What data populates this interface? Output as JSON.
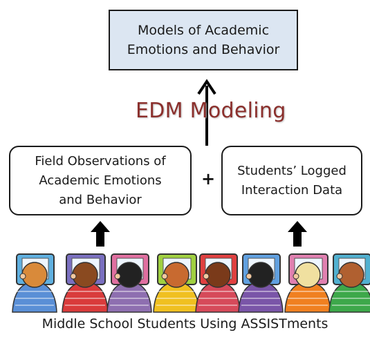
{
  "top_box": {
    "lines": [
      "Models of Academic",
      "Emotions and Behavior"
    ]
  },
  "process_label": "EDM Modeling",
  "left_box": {
    "lines": [
      "Field Observations of",
      "Academic Emotions",
      "and Behavior"
    ]
  },
  "right_box": {
    "lines": [
      "Students’ Logged",
      "Interaction Data"
    ]
  },
  "operator": "+",
  "caption": "Middle School Students Using ASSISTments",
  "colors": {
    "top_box_fill": "#dce6f2",
    "process_label": "#8b2f2c",
    "students": [
      "#5a8fd6",
      "#d93b3b",
      "#8e6fb0",
      "#f0c020",
      "#d64a5a",
      "#7a55a8",
      "#f08020",
      "#3da84a"
    ]
  },
  "illustration": "children-at-computers"
}
